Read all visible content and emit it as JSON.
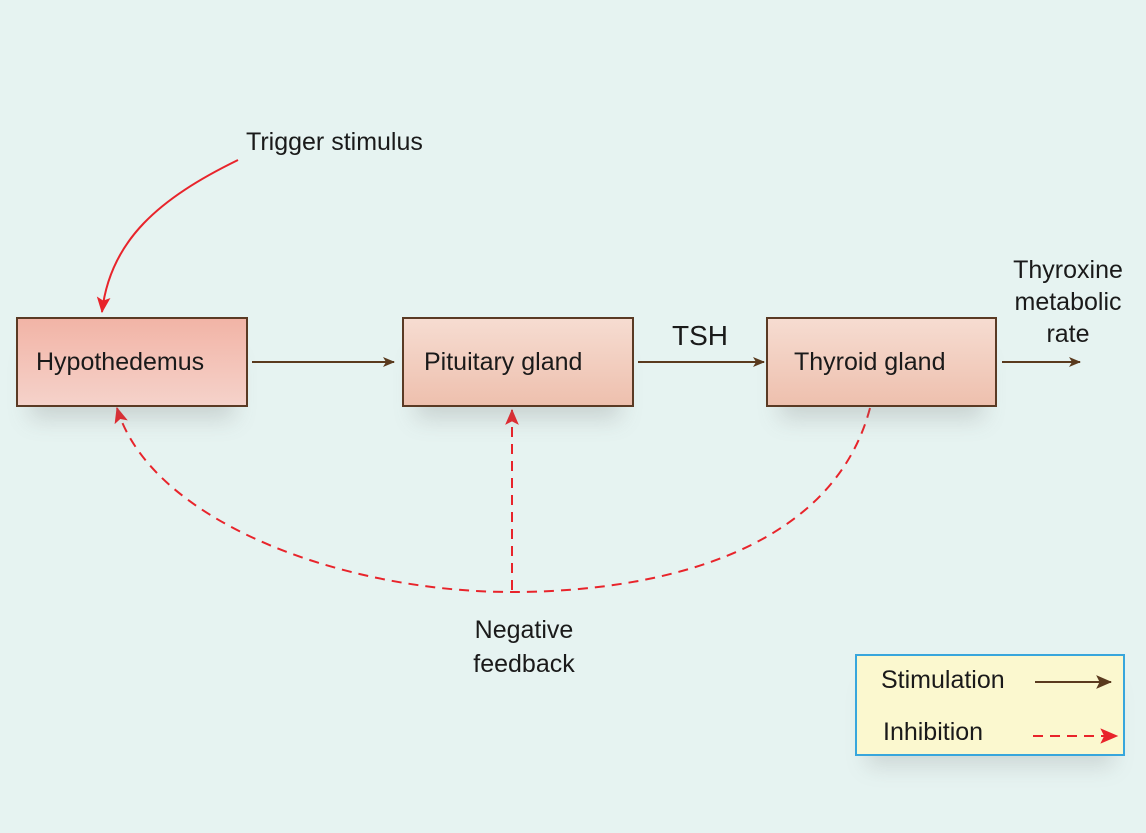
{
  "nodes": {
    "hypothalamus": "Hypothedemus",
    "pituitary": "Pituitary gland",
    "thyroid": "Thyroid gland"
  },
  "labels": {
    "trigger": "Trigger stimulus",
    "tsh": "TSH",
    "thyroxine": [
      "Thyroxine",
      "metabolic",
      "rate"
    ],
    "negative_feedback": [
      "Negative",
      "feedback"
    ]
  },
  "legend": {
    "stimulation": "Stimulation",
    "inhibition": "Inhibition"
  },
  "colors": {
    "background": "#e6f3f1",
    "stimulation_arrow": "#5a3a1e",
    "inhibition_arrow": "#e8242b",
    "box_border": "#5a3a24",
    "legend_fill": "#fbf8cf",
    "legend_border": "#38a6dc"
  },
  "edges": [
    {
      "from": "hypothalamus",
      "to": "pituitary",
      "type": "stimulation"
    },
    {
      "from": "pituitary",
      "to": "thyroid",
      "type": "stimulation",
      "label": "TSH"
    },
    {
      "from": "thyroid",
      "to": "thyroxine",
      "type": "stimulation"
    },
    {
      "from": "trigger",
      "to": "hypothalamus",
      "type": "stimulus"
    },
    {
      "from": "thyroid",
      "to": "hypothalamus",
      "type": "inhibition"
    },
    {
      "from": "negative_feedback",
      "to": "pituitary",
      "type": "inhibition"
    }
  ]
}
